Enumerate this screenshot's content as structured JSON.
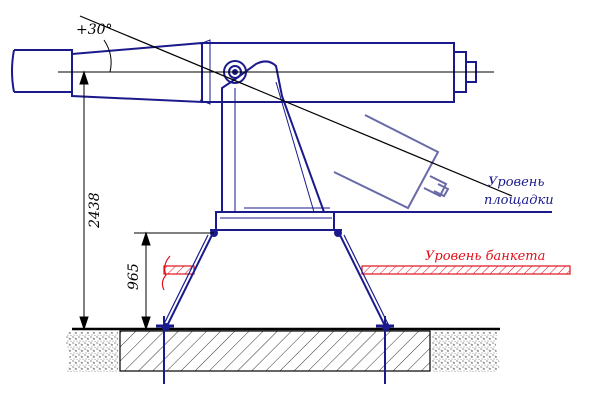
{
  "diagram": {
    "elevation_angle_label": "+30°",
    "dimension_total_height": "2438",
    "dimension_banquette_height": "965",
    "platform_level_label_line1": "Уровень",
    "platform_level_label_line2": "площадки",
    "banquette_level_label": "Уровень банкета"
  },
  "colors": {
    "gun_outline": "#1a1a8c",
    "banquette": "#e0101a",
    "dimension_lines": "#000000",
    "hatch": "#000000",
    "gravel": "#555555"
  },
  "icons": {
    "gun_barrel": "cannon-barrel-shape",
    "carriage": "trapezoid-carriage-shape",
    "trunnion": "circle-pivot-shape"
  }
}
